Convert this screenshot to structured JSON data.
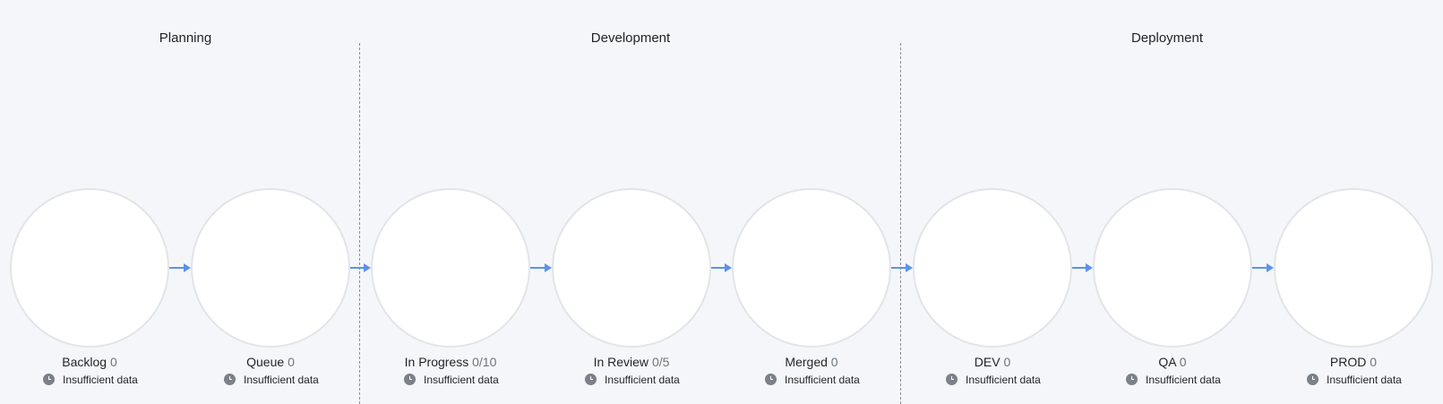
{
  "phases": [
    {
      "title": "Planning"
    },
    {
      "title": "Development"
    },
    {
      "title": "Deployment"
    }
  ],
  "stages": [
    {
      "name": "Backlog",
      "count": "0",
      "status": "Insufficient data"
    },
    {
      "name": "Queue",
      "count": "0",
      "status": "Insufficient data"
    },
    {
      "name": "In Progress",
      "count": "0/10",
      "status": "Insufficient data"
    },
    {
      "name": "In Review",
      "count": "0/5",
      "status": "Insufficient data"
    },
    {
      "name": "Merged",
      "count": "0",
      "status": "Insufficient data"
    },
    {
      "name": "DEV",
      "count": "0",
      "status": "Insufficient data"
    },
    {
      "name": "QA",
      "count": "0",
      "status": "Insufficient data"
    },
    {
      "name": "PROD",
      "count": "0",
      "status": "Insufficient data"
    }
  ],
  "colors": {
    "background": "#f5f6f9",
    "connector": "#5b93ea",
    "circle_border": "#e2e4e9",
    "divider": "#8a8f98",
    "count_text": "#6b7480",
    "status_icon": "#7b8089"
  },
  "icons": {
    "status": "clock-icon"
  }
}
